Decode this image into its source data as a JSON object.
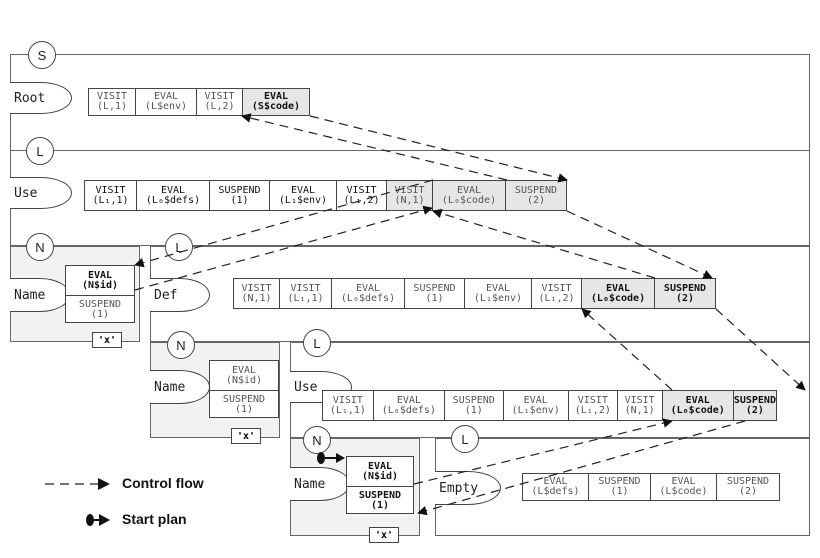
{
  "nodes": {
    "s_root": {
      "circle": "S",
      "label": "Root",
      "cells": [
        {
          "top": "VISIT",
          "bottom": "(L,1)"
        },
        {
          "top": "EVAL",
          "bottom": "(L$env)"
        },
        {
          "top": "VISIT",
          "bottom": "(L,2)"
        },
        {
          "top": "EVAL",
          "bottom": "(S$code)"
        }
      ]
    },
    "l_use": {
      "circle": "L",
      "label": "Use",
      "cells": [
        {
          "top": "VISIT",
          "bottom": "(L₁,1)"
        },
        {
          "top": "EVAL",
          "bottom": "(L₀$defs)"
        },
        {
          "top": "SUSPEND",
          "bottom": "(1)"
        },
        {
          "top": "EVAL",
          "bottom": "(L₁$env)"
        },
        {
          "top": "VISIT",
          "bottom": "(L₁,2)"
        },
        {
          "top": "VISIT",
          "bottom": "(N,1)"
        },
        {
          "top": "EVAL",
          "bottom": "(L₀$code)"
        },
        {
          "top": "SUSPEND",
          "bottom": "(2)"
        }
      ]
    },
    "n_name_1": {
      "circle": "N",
      "label": "Name",
      "tag": "'x'",
      "cells": [
        {
          "top": "EVAL",
          "bottom": "(N$id)"
        },
        {
          "top": "SUSPEND",
          "bottom": "(1)"
        }
      ]
    },
    "l_def": {
      "circle": "L",
      "label": "Def",
      "cells": [
        {
          "top": "VISIT",
          "bottom": "(N,1)"
        },
        {
          "top": "VISIT",
          "bottom": "(L₁,1)"
        },
        {
          "top": "EVAL",
          "bottom": "(L₀$defs)"
        },
        {
          "top": "SUSPEND",
          "bottom": "(1)"
        },
        {
          "top": "EVAL",
          "bottom": "(L₁$env)"
        },
        {
          "top": "VISIT",
          "bottom": "(L₁,2)"
        },
        {
          "top": "EVAL",
          "bottom": "(L₀$code)"
        },
        {
          "top": "SUSPEND",
          "bottom": "(2)"
        }
      ]
    },
    "n_name_2": {
      "circle": "N",
      "label": "Name",
      "tag": "'x'",
      "cells": [
        {
          "top": "EVAL",
          "bottom": "(N$id)"
        },
        {
          "top": "SUSPEND",
          "bottom": "(1)"
        }
      ]
    },
    "l_use_2": {
      "circle": "L",
      "label": "Use",
      "cells": [
        {
          "top": "VISIT",
          "bottom": "(L₁,1)"
        },
        {
          "top": "EVAL",
          "bottom": "(L₀$defs)"
        },
        {
          "top": "SUSPEND",
          "bottom": "(1)"
        },
        {
          "top": "EVAL",
          "bottom": "(L₁$env)"
        },
        {
          "top": "VISIT",
          "bottom": "(L₁,2)"
        },
        {
          "top": "VISIT",
          "bottom": "(N,1)"
        },
        {
          "top": "EVAL",
          "bottom": "(L₀$code)"
        },
        {
          "top": "SUSPEND",
          "bottom": "(2)"
        }
      ]
    },
    "n_name_3": {
      "circle": "N",
      "label": "Name",
      "tag": "'x'",
      "cells": [
        {
          "top": "EVAL",
          "bottom": "(N$id)"
        },
        {
          "top": "SUSPEND",
          "bottom": "(1)"
        }
      ]
    },
    "l_empty": {
      "circle": "L",
      "label": "Empty",
      "cells": [
        {
          "top": "EVAL",
          "bottom": "(L$defs)"
        },
        {
          "top": "SUSPEND",
          "bottom": "(1)"
        },
        {
          "top": "EVAL",
          "bottom": "(L$code)"
        },
        {
          "top": "SUSPEND",
          "bottom": "(2)"
        }
      ]
    }
  },
  "legend": {
    "control_flow": "Control flow",
    "start_plan": "Start plan"
  }
}
